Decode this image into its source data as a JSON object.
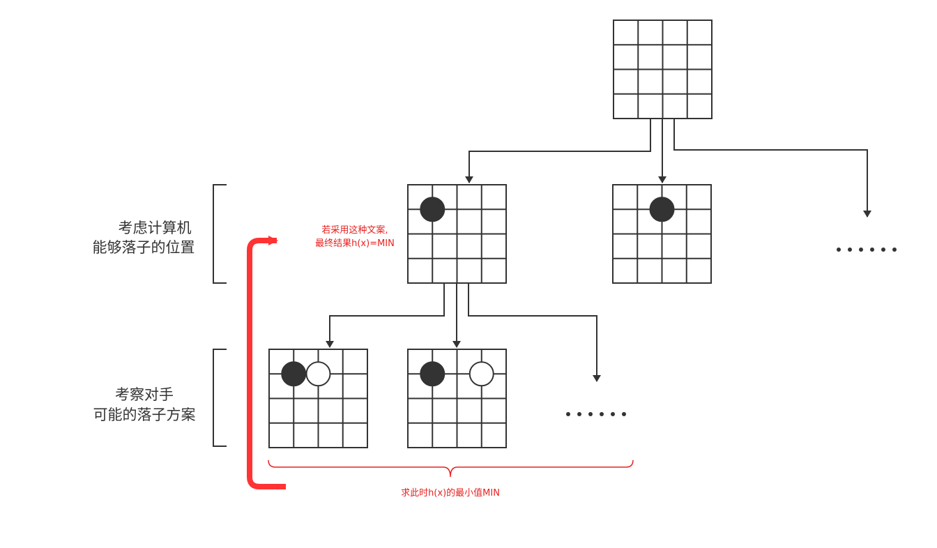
{
  "labels": {
    "computer_line1": "考虑计算机",
    "computer_line2": "能够落子的位置",
    "opponent_line1": "考察对手",
    "opponent_line2": "可能的落子方案",
    "adopt_line1": "若采用这种文案,",
    "adopt_line2": "最终结果h(x)=MIN",
    "min_label": "求此时h(x)的最小值MIN",
    "ellipsis": "......"
  },
  "boards": [
    {
      "id": "root",
      "stones": []
    },
    {
      "id": "computer-move-1",
      "stones": [
        {
          "color": "black",
          "row": 1,
          "col": 1
        }
      ]
    },
    {
      "id": "computer-move-2",
      "stones": [
        {
          "color": "black",
          "row": 1,
          "col": 2
        }
      ]
    },
    {
      "id": "opponent-move-1",
      "stones": [
        {
          "color": "black",
          "row": 1,
          "col": 1
        },
        {
          "color": "white",
          "row": 1,
          "col": 2
        }
      ]
    },
    {
      "id": "opponent-move-2",
      "stones": [
        {
          "color": "black",
          "row": 1,
          "col": 1
        },
        {
          "color": "white",
          "row": 1,
          "col": 3
        }
      ]
    }
  ],
  "colors": {
    "grid": "#333333",
    "arrow": "#333333",
    "highlight": "#e8211f",
    "red_bracket": "#ff3333"
  }
}
